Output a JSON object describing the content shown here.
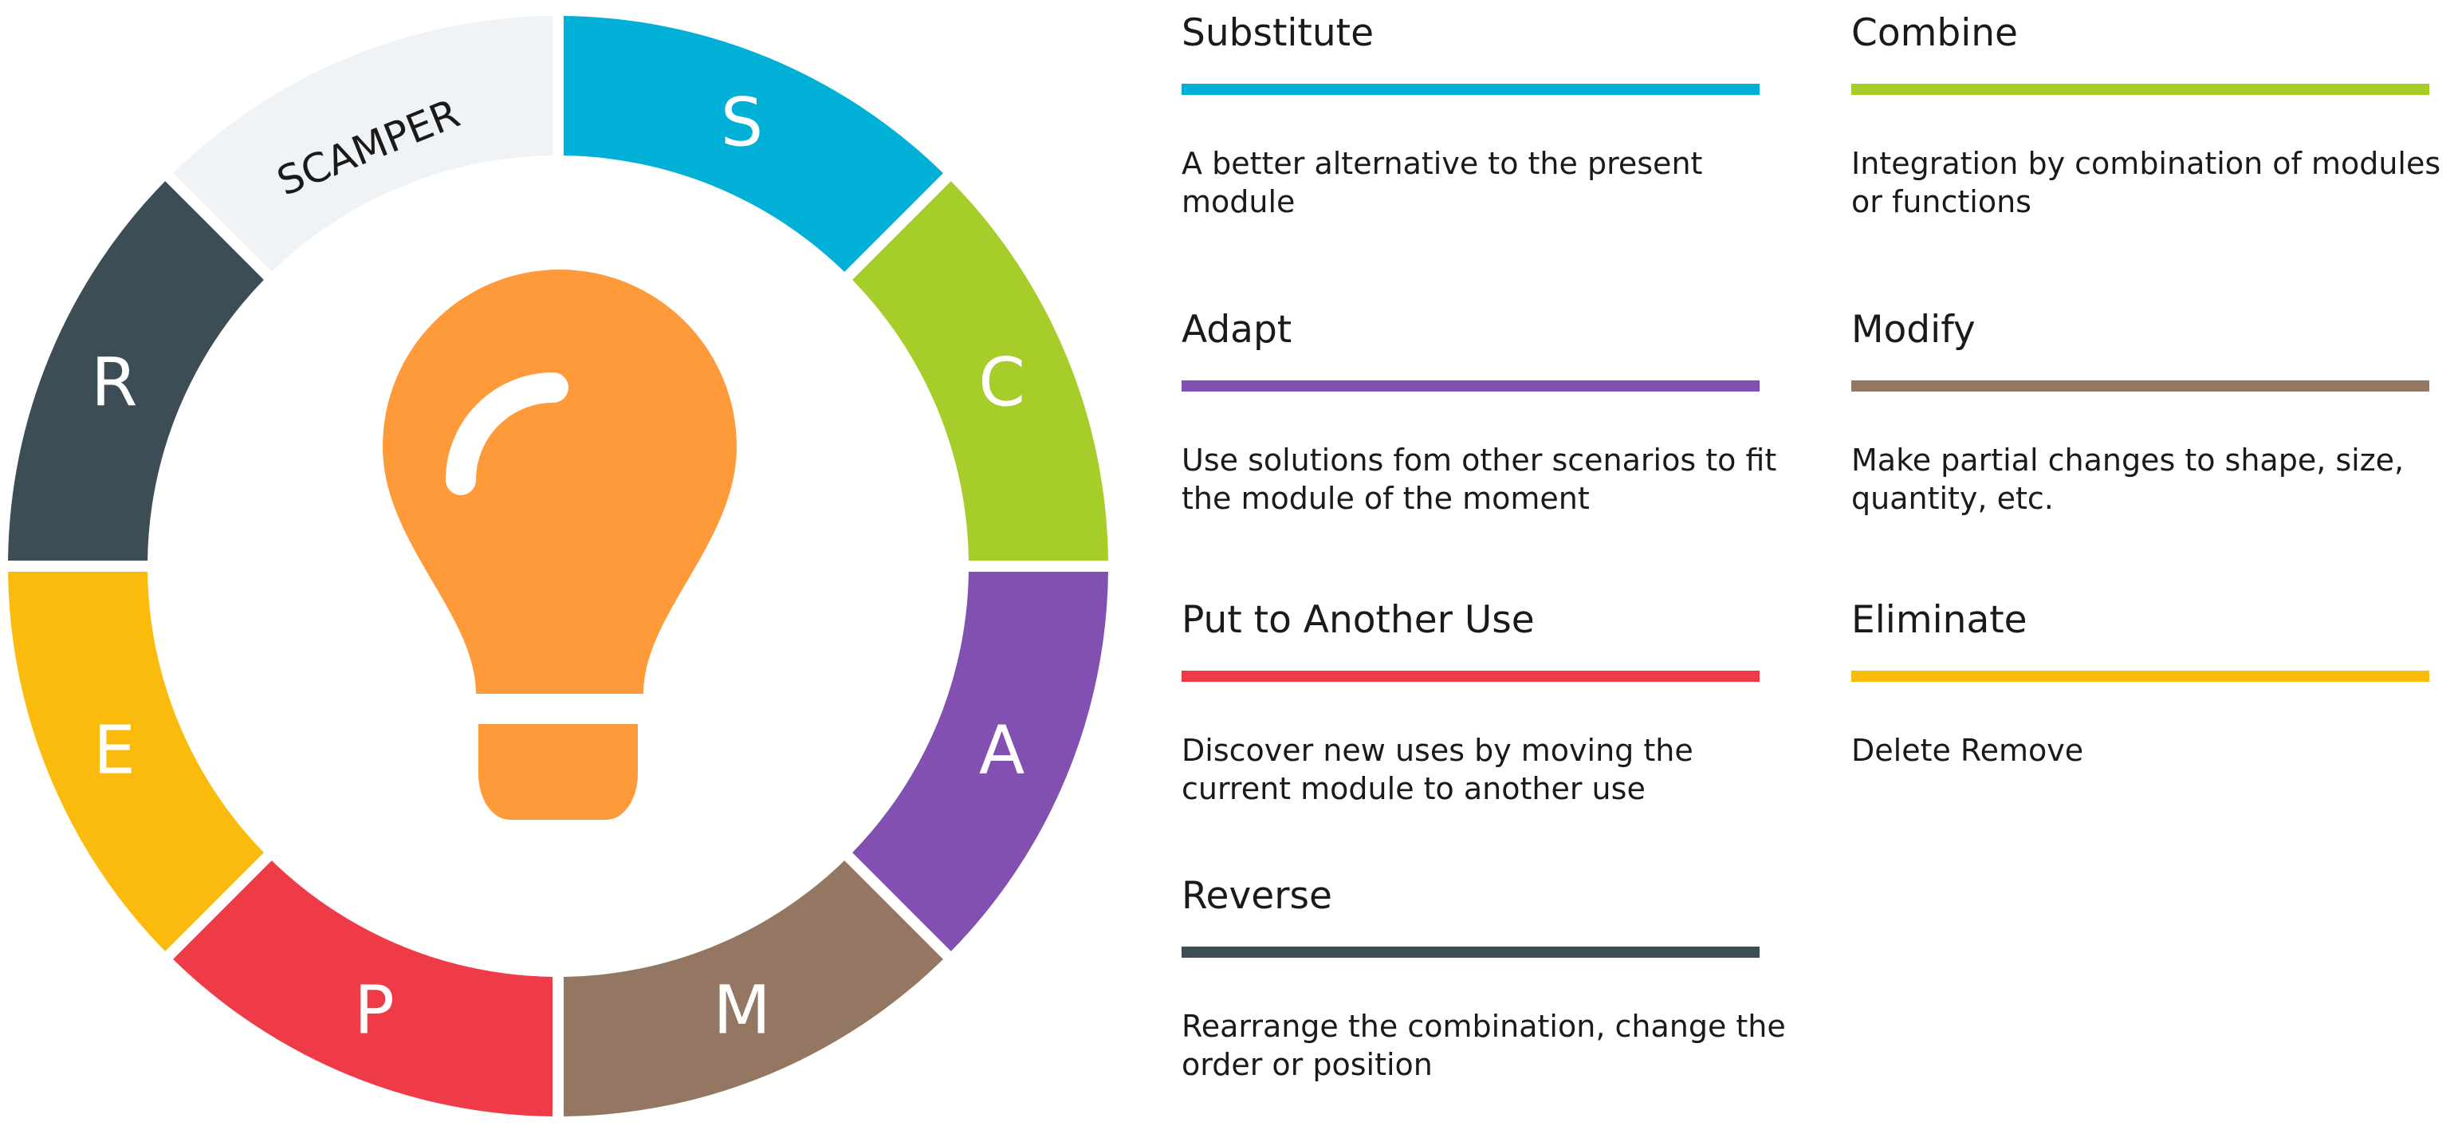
{
  "wheel": {
    "title": "SCAMPER",
    "title_bg": "#eff3f6",
    "segments": [
      {
        "id": "s",
        "letter": "S",
        "color": "#00b0d6"
      },
      {
        "id": "c",
        "letter": "C",
        "color": "#a6cd2a"
      },
      {
        "id": "a",
        "letter": "A",
        "color": "#8150b0"
      },
      {
        "id": "m",
        "letter": "M",
        "color": "#937762"
      },
      {
        "id": "p",
        "letter": "P",
        "color": "#ef3b48"
      },
      {
        "id": "e",
        "letter": "E",
        "color": "#fbbb0c"
      },
      {
        "id": "r",
        "letter": "R",
        "color": "#3d4d55"
      }
    ],
    "bulb_icon": "lightbulb-icon",
    "bulb_color": "#fe9a39"
  },
  "items": [
    {
      "id": "substitute",
      "title": "Substitute",
      "color": "#00b0d6",
      "desc": "A better alternative to the present module"
    },
    {
      "id": "combine",
      "title": "Combine",
      "color": "#a6cd2a",
      "desc": "Integration by combination of modules or functions"
    },
    {
      "id": "adapt",
      "title": "Adapt",
      "color": "#8150b0",
      "desc": "Use solutions fom other scenarios to fit the module of the moment"
    },
    {
      "id": "modify",
      "title": "Modify",
      "color": "#937762",
      "desc": "Make partial changes to shape, size, quantity, etc."
    },
    {
      "id": "put-to-another-use",
      "title": "Put to Another Use",
      "color": "#ef3b48",
      "desc": "Discover new uses by moving the current module to another use"
    },
    {
      "id": "eliminate",
      "title": "Eliminate",
      "color": "#fbbb0c",
      "desc": "Delete Remove"
    },
    {
      "id": "reverse",
      "title": "Reverse",
      "color": "#3d4d55",
      "desc": "Rearrange the combination, change the order or position"
    }
  ]
}
